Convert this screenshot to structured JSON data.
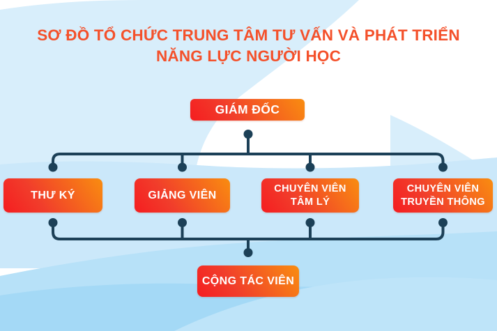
{
  "title": {
    "line1": "SƠ ĐỒ TỔ CHỨC TRUNG TÂM TƯ VẤN VÀ PHÁT TRIỂN",
    "line2": "NĂNG LỰC NGƯỜI HỌC"
  },
  "org_chart": {
    "root": {
      "label": "GIÁM ĐỐC"
    },
    "level2": [
      {
        "label": "THƯ KÝ"
      },
      {
        "label": "GIẢNG VIÊN"
      },
      {
        "line1": "CHUYÊN VIÊN",
        "line2": "TÂM LÝ"
      },
      {
        "line1": "CHUYÊN VIÊN",
        "line2": "TRUYỀN THÔNG"
      }
    ],
    "level3": {
      "label": "CỘNG TÁC VIÊN"
    }
  },
  "colors": {
    "title_text": "#f4502a",
    "node_gradient_red": "#f51d20",
    "node_gradient_orange": "#f98d10",
    "node_text": "#ffffff",
    "connector": "#1c4057",
    "background_white": "#ffffff",
    "wave_light_blue": "#d8eefb",
    "wave_mid_blue": "#cbe8fa",
    "wave_deep_blue": "#b7e1f8",
    "wave_deeper_blue": "#a4d9f6",
    "wave_bottom_light": "#bee4f9"
  }
}
